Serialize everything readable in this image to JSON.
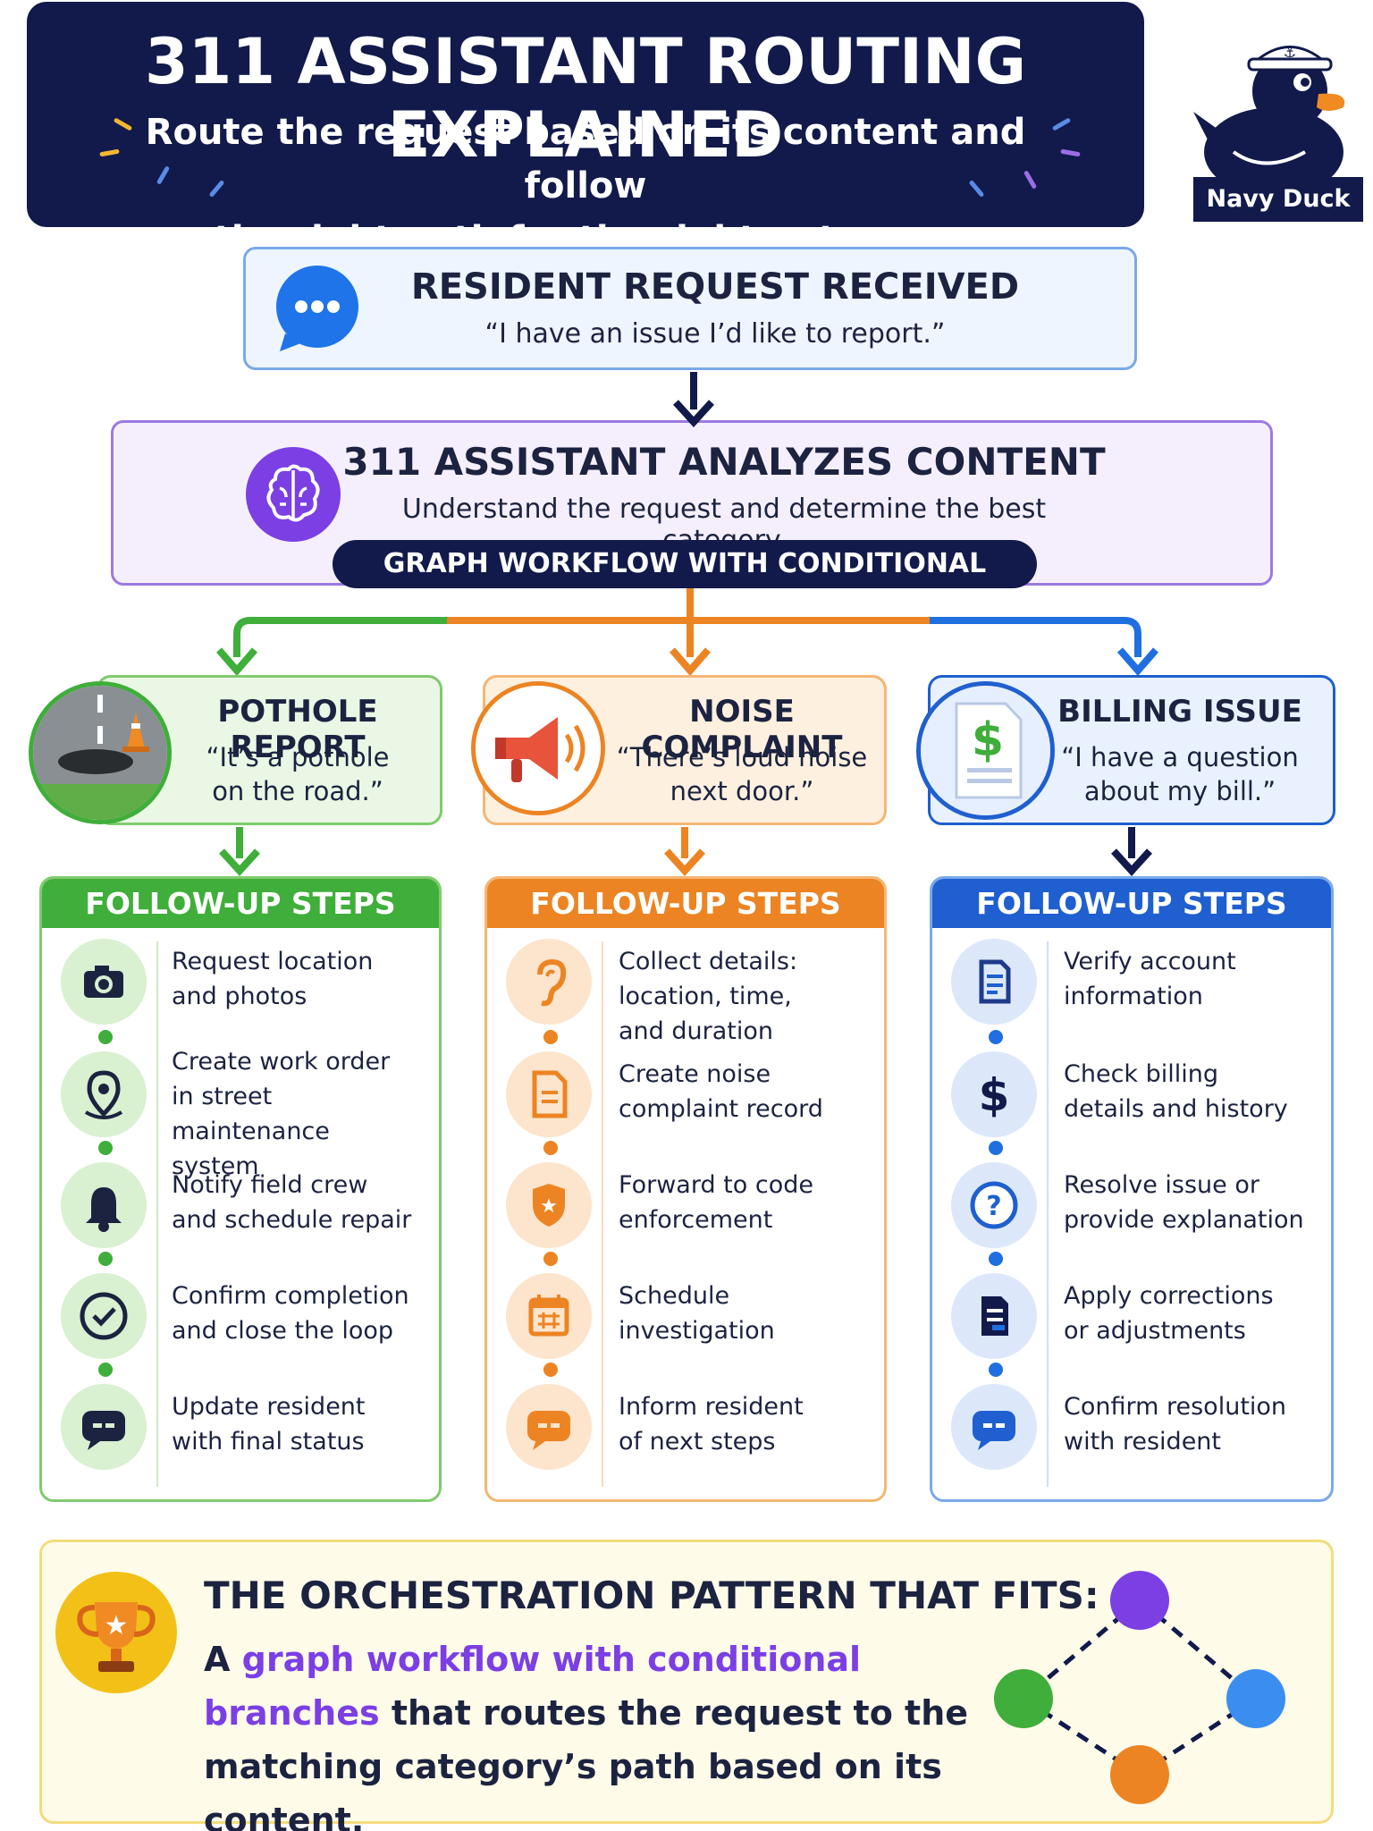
{
  "header": {
    "title": "311 ASSISTANT ROUTING EXPLAINED",
    "subtitle_line1": "Route the request based on its content and follow",
    "subtitle_line2": "the right path for the right outcome."
  },
  "logo": {
    "label": "Navy Duck"
  },
  "request": {
    "title": "RESIDENT REQUEST RECEIVED",
    "quote": "“I have an issue I’d like to report.”"
  },
  "analyze": {
    "title": "311 ASSISTANT ANALYZES CONTENT",
    "subtitle": "Understand the request and determine the best category.",
    "badge": "GRAPH WORKFLOW WITH CONDITIONAL BRANCHES"
  },
  "colors": {
    "green": "#3fae3a",
    "orange": "#ec8423",
    "blue": "#1f5fcf",
    "purple": "#7b3fe4",
    "navy": "#111a4a"
  },
  "categories": [
    {
      "title": "POTHOLE REPORT",
      "quote_line1": "“It’s a pothole",
      "quote_line2": "on the road.”",
      "panel_title": "FOLLOW-UP STEPS",
      "steps": [
        {
          "icon": "camera-icon",
          "lines": [
            "Request location",
            "and photos"
          ]
        },
        {
          "icon": "map-pin-icon",
          "lines": [
            "Create work order",
            "in street maintenance",
            "system"
          ]
        },
        {
          "icon": "bell-icon",
          "lines": [
            "Notify field crew",
            "and schedule repair"
          ]
        },
        {
          "icon": "check-circle-icon",
          "lines": [
            "Confirm completion",
            "and close the loop"
          ]
        },
        {
          "icon": "chat-bubble-icon",
          "lines": [
            "Update resident",
            "with final status"
          ]
        }
      ]
    },
    {
      "title": "NOISE COMPLAINT",
      "quote_line1": "“There’s loud noise",
      "quote_line2": "next door.”",
      "panel_title": "FOLLOW-UP STEPS",
      "steps": [
        {
          "icon": "ear-icon",
          "lines": [
            "Collect details:",
            "location, time,",
            "and duration"
          ]
        },
        {
          "icon": "document-icon",
          "lines": [
            "Create noise",
            "complaint record"
          ]
        },
        {
          "icon": "badge-shield-icon",
          "lines": [
            "Forward to code",
            "enforcement"
          ]
        },
        {
          "icon": "calendar-icon",
          "lines": [
            "Schedule",
            "investigation"
          ]
        },
        {
          "icon": "chat-bubble-icon",
          "lines": [
            "Inform resident",
            "of next steps"
          ]
        }
      ]
    },
    {
      "title": "BILLING ISSUE",
      "quote_line1": "“I have a question",
      "quote_line2": "about my bill.”",
      "panel_title": "FOLLOW-UP STEPS",
      "steps": [
        {
          "icon": "account-document-icon",
          "lines": [
            "Verify account",
            "information"
          ]
        },
        {
          "icon": "dollar-icon",
          "lines": [
            "Check billing",
            "details and history"
          ]
        },
        {
          "icon": "question-icon",
          "lines": [
            "Resolve issue or",
            "provide explanation"
          ]
        },
        {
          "icon": "edit-document-icon",
          "lines": [
            "Apply corrections",
            "or adjustments"
          ]
        },
        {
          "icon": "chat-bubble-icon",
          "lines": [
            "Confirm resolution",
            "with resident"
          ]
        }
      ]
    }
  ],
  "bottom": {
    "title": "THE ORCHESTRATION PATTERN THAT FITS:",
    "text_prefix": "A ",
    "text_highlight": "graph workflow with conditional branches",
    "text_suffix": " that routes the request to the matching category’s path based on its content."
  }
}
